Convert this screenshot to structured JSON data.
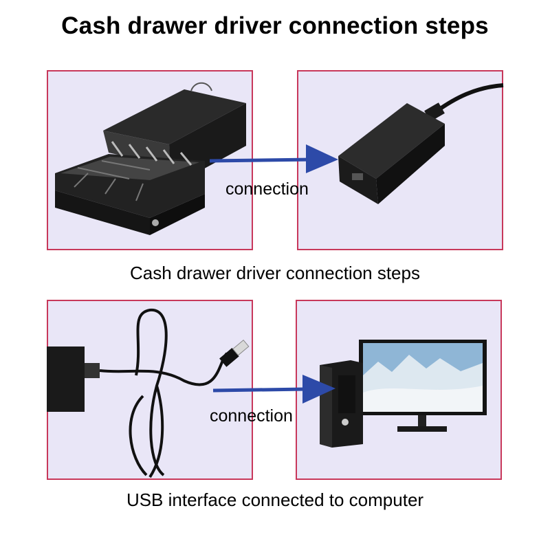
{
  "title": "Cash drawer driver connection steps",
  "top_row": {
    "connection_label": "connection",
    "caption": "Cash drawer driver connection steps"
  },
  "bottom_row": {
    "connection_label": "connection",
    "caption": "USB interface connected to computer"
  },
  "colors": {
    "panel_background": "#e9e6f7",
    "panel_border": "#c8375a",
    "arrow": "#2d4aa8"
  },
  "icons": [
    "cash-drawer-icon",
    "power-adapter-icon",
    "usb-cable-icon",
    "desktop-computer-icon",
    "arrow-icon"
  ]
}
